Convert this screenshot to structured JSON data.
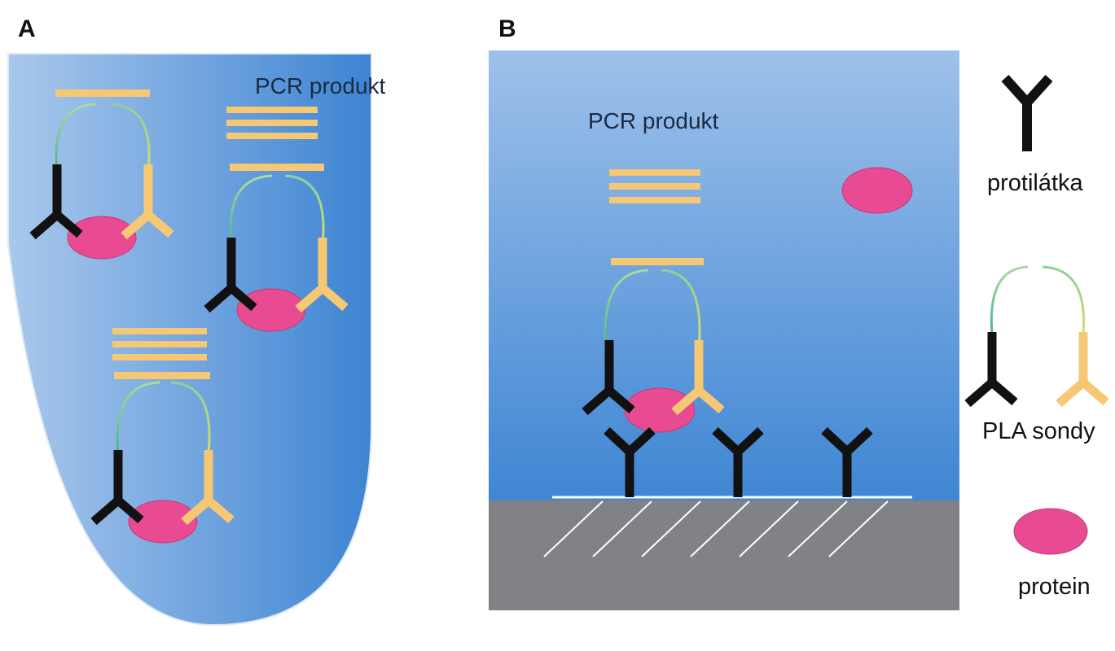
{
  "panels": {
    "a": {
      "letter": "A",
      "pcr_label": "PCR produkt"
    },
    "b": {
      "letter": "B",
      "pcr_label": "PCR produkt"
    }
  },
  "legend": {
    "antibody_label": "protilátka",
    "pla_probes_label": "PLA sondy",
    "protein_label": "protein"
  },
  "colors": {
    "antibody_black": "#111111",
    "antibody_yellow": "#f6c874",
    "pcr_bar": "#f6c874",
    "protein": "#e84b92",
    "protein_stroke": "#c23a7a",
    "linker_green": "#5cb88a",
    "linker_yellow": "#d9e37a",
    "blue_light": "#a9c8ec",
    "blue_dark": "#3f86d3",
    "surface_gray": "#808285"
  }
}
